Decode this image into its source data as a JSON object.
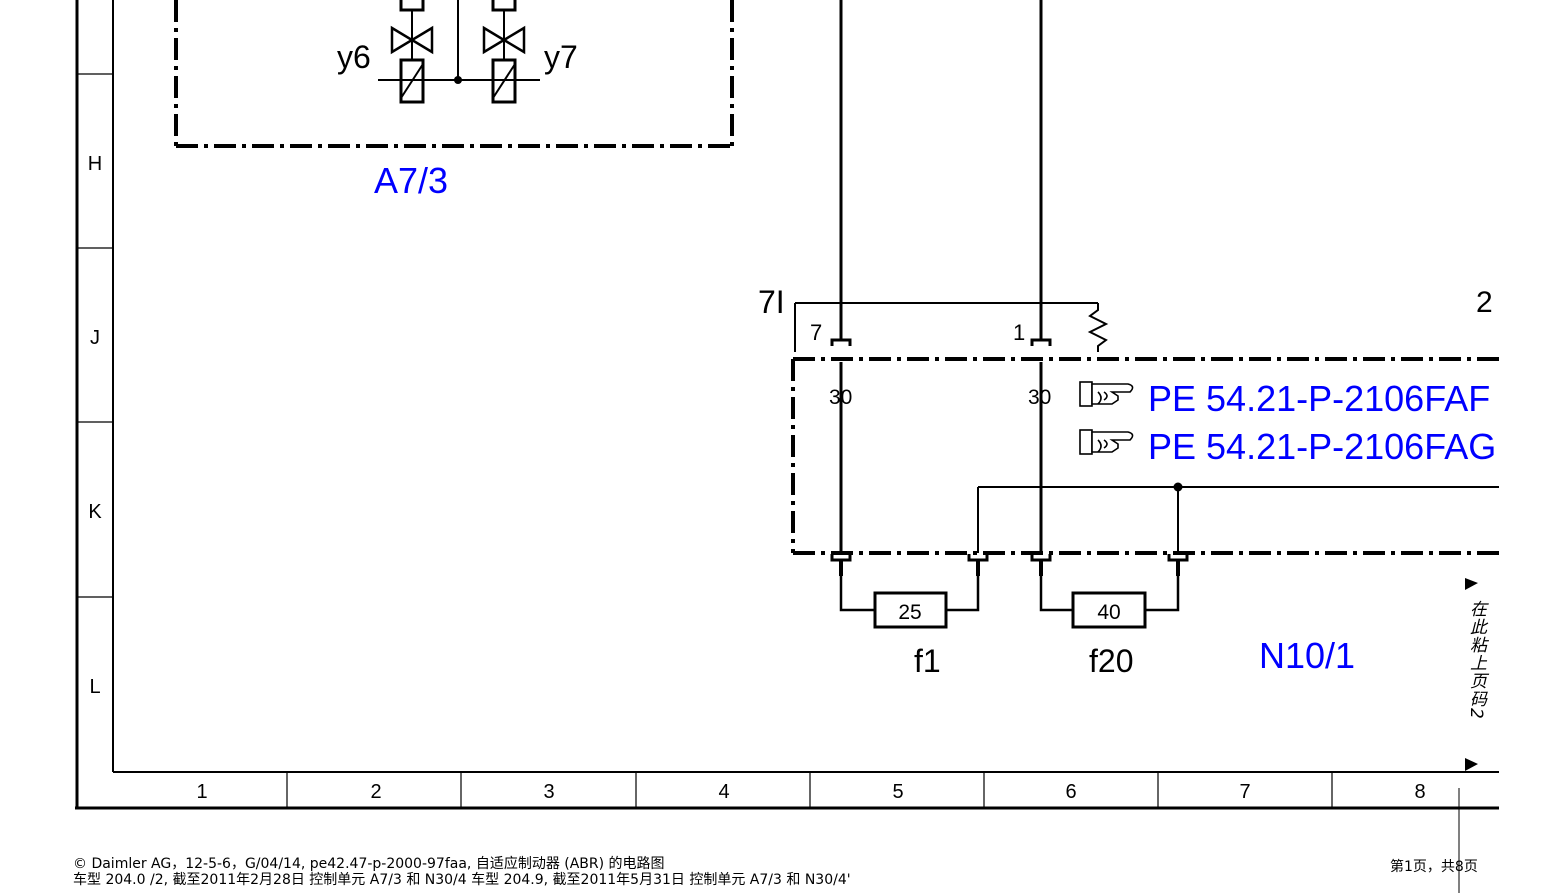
{
  "row_labels": [
    "H",
    "J",
    "K",
    "L"
  ],
  "column_labels": [
    "1",
    "2",
    "3",
    "4",
    "5",
    "6",
    "7",
    "8"
  ],
  "components": {
    "a7_3_label": "A7/3",
    "valve_left": "y6",
    "valve_right": "y7",
    "n10_1_label": "N10/1",
    "fuse_f1_label": "f1",
    "fuse_f1_value": "25",
    "fuse_f20_label": "f20",
    "fuse_f20_value": "40"
  },
  "connectors": {
    "pin_left": "7",
    "pin_right": "1",
    "terminal_left": "30",
    "terminal_right": "30",
    "ground_label": "7I",
    "edge_number": "2"
  },
  "references": [
    {
      "icon": "pointing-hand-icon",
      "text": "PE 54.21-P-2106FAF"
    },
    {
      "icon": "pointing-hand-icon",
      "text": "PE 54.21-P-2106FAG"
    }
  ],
  "side_note": "在此粘上页码2",
  "footer": {
    "line1": "© Daimler AG，12-5-6，G/04/14, pe42.47-p-2000-97faa, 自适应制动器 (ABR) 的电路图",
    "line2": "车型 204.0 /2, 截至2011年2月28日 控制单元 A7/3 和 N30/4 车型 204.9, 截至2011年5月31日 控制单元 A7/3 和 N30/4'",
    "page": "第1页，共8页"
  },
  "colors": {
    "ink": "#000000",
    "link_blue": "#0000ff"
  }
}
